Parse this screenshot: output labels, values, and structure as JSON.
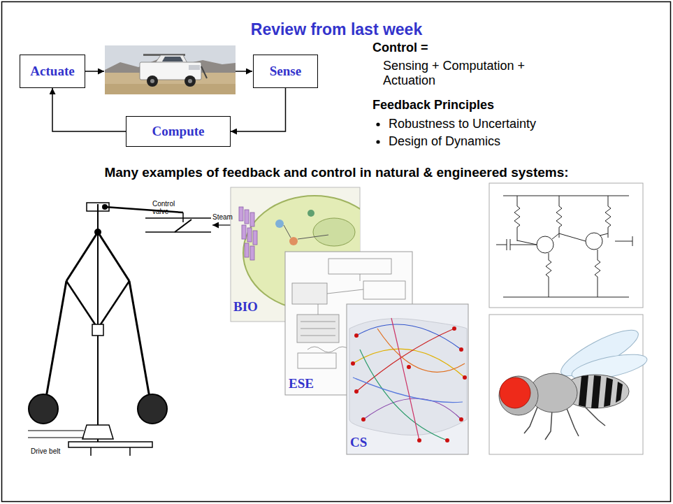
{
  "diagram": {
    "title": "Review from last week",
    "nodes": [
      {
        "text": [
          "Actuate"
        ]
      },
      {
        "text": [
          "Sense"
        ]
      },
      {
        "text": [
          "Compute"
        ]
      }
    ],
    "edges": [
      {
        "from": 1,
        "to": 2,
        "arrow": "to"
      },
      {
        "from": 2,
        "to": 0,
        "arrow": "to"
      }
    ],
    "labels": [
      "Control =",
      "Sensing + Computation + Actuation",
      "Feedback Principles",
      "Robustness to Uncertainty",
      "Design of Dynamics",
      "Many examples of feedback and control in natural & engineered systems:",
      "Control valve",
      "Steam",
      "Drive belt",
      "BIO",
      "ESE",
      "CS"
    ]
  }
}
